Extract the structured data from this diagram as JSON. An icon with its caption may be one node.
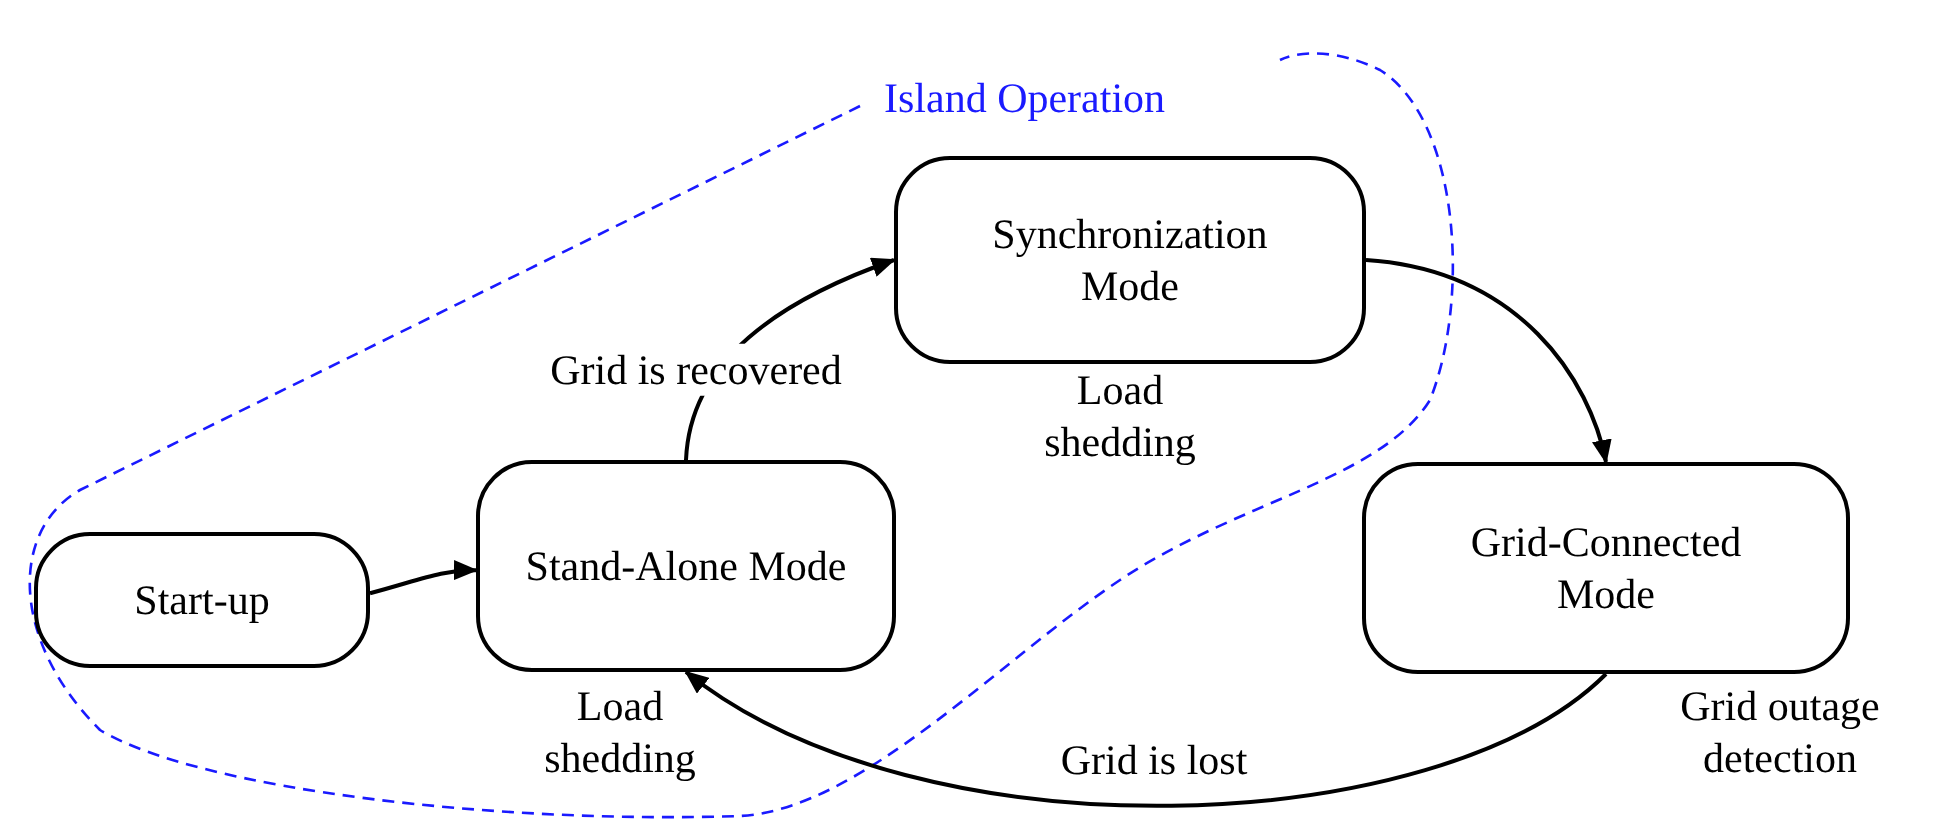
{
  "diagram": {
    "nodes": [
      {
        "text": [
          "Island Operation"
        ]
      },
      {
        "text": [
          "Start-up"
        ],
        "in": 0
      },
      {
        "text": [
          "Stand-Alone Mode"
        ],
        "in": 0,
        "beside": [
          "Load shedding"
        ]
      },
      {
        "text": [
          "Synchronization Mode"
        ],
        "in": 0,
        "beside": [
          "Load shedding"
        ]
      },
      {
        "text": [
          "Grid-Connected Mode"
        ],
        "beside": [
          "Grid outage detection"
        ]
      }
    ],
    "edges": [
      {
        "from": 1,
        "to": 2,
        "arrow": "to"
      },
      {
        "from": 2,
        "to": 3,
        "arrow": "to",
        "label": "Grid is recovered"
      },
      {
        "from": 3,
        "to": 4,
        "arrow": "to"
      },
      {
        "from": 4,
        "to": 2,
        "arrow": "to",
        "label": "Grid is lost"
      }
    ]
  }
}
